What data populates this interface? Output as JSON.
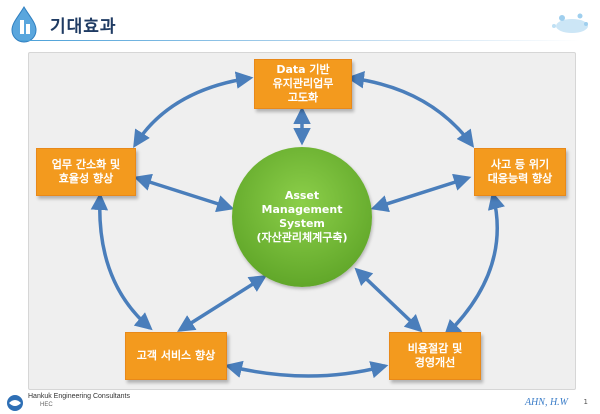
{
  "header": {
    "title": "기대효과"
  },
  "diagram": {
    "center": {
      "line1": "Asset",
      "line2": "Management",
      "line3": "System",
      "line4": "(자산관리체계구축)"
    },
    "nodes": {
      "top": {
        "line1": "Data 기반",
        "line2": "유지관리업무",
        "line3": "고도화"
      },
      "right": {
        "line1": "사고 등 위기",
        "line2": "대응능력 향상"
      },
      "bottom_right": {
        "line1": "비용절감 및",
        "line2": "경영개선"
      },
      "bottom_left": {
        "line1": "고객 서비스 향상"
      },
      "left": {
        "line1": "업무 간소화 및",
        "line2": "효율성 향상"
      }
    },
    "colors": {
      "box": "#f39a1e",
      "circle": "#6cb52f",
      "arrow": "#4a7ebb"
    }
  },
  "footer": {
    "company": "Hankuk Engineering Consultants",
    "company_sub": "HEC",
    "author": "AHN, H.W",
    "page": "1"
  }
}
